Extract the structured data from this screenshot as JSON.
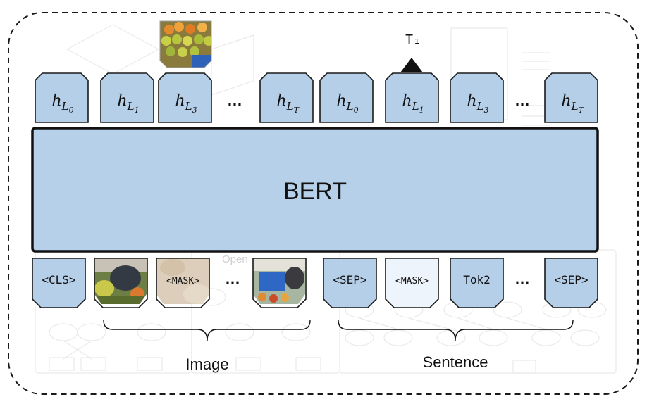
{
  "diagram": {
    "model_label": "BERT",
    "mask_target_label": "T₁",
    "output_tokens": [
      {
        "base": "h",
        "sub": "L",
        "subsub": "0"
      },
      {
        "base": "h",
        "sub": "L",
        "subsub": "1"
      },
      {
        "base": "h",
        "sub": "L",
        "subsub": "3"
      },
      {
        "ellipsis": "…"
      },
      {
        "base": "h",
        "sub": "L",
        "subsub": "T"
      },
      {
        "base": "h",
        "sub": "L",
        "subsub": "0"
      },
      {
        "base": "h",
        "sub": "L",
        "subsub": "1"
      },
      {
        "base": "h",
        "sub": "L",
        "subsub": "3"
      },
      {
        "ellipsis": "…"
      },
      {
        "base": "h",
        "sub": "L",
        "subsub": "T"
      }
    ],
    "input_tokens": [
      {
        "kind": "text",
        "label": "<CLS>"
      },
      {
        "kind": "image",
        "image": "market-crop-1"
      },
      {
        "kind": "mask-image",
        "label": "<MASK>"
      },
      {
        "kind": "ellipsis",
        "label": "…"
      },
      {
        "kind": "image",
        "image": "market-crop-2"
      },
      {
        "kind": "text",
        "label": "<SEP>"
      },
      {
        "kind": "mask-text",
        "label": "<MASK>"
      },
      {
        "kind": "text",
        "label": "Tok2"
      },
      {
        "kind": "ellipsis",
        "label": "…"
      },
      {
        "kind": "text",
        "label": "<SEP>"
      }
    ],
    "group_labels": {
      "image": "Image",
      "sentence": "Sentence"
    },
    "background_text": {
      "left": "",
      "right": "Open"
    },
    "colors": {
      "token_fill": "#b6cfe9",
      "token_stroke": "#1a1a1a",
      "mask_fill": "#eef4fb",
      "bert_fill": "#b6d0ea",
      "border": "#1a1a1a"
    }
  }
}
